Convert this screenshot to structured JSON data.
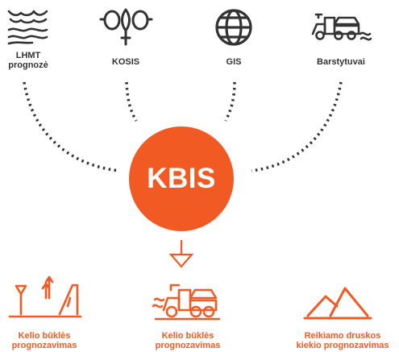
{
  "colors": {
    "accent": "#f15a22",
    "ink": "#333333",
    "background": "#ffffff"
  },
  "sources": [
    {
      "id": "lhmt",
      "label_line1": "LHMT",
      "label_line2": "prognozė",
      "icon": "waves-icon"
    },
    {
      "id": "kosis",
      "label_line1": "KOSIS",
      "label_line2": "",
      "icon": "weather-station-icon"
    },
    {
      "id": "gis",
      "label_line1": "GIS",
      "label_line2": "",
      "icon": "globe-icon"
    },
    {
      "id": "barstytuvai",
      "label_line1": "Barstytuvai",
      "label_line2": "",
      "icon": "salt-spreader-icon"
    }
  ],
  "hub": {
    "label": "KBIS"
  },
  "outputs": [
    {
      "id": "road-forecast",
      "label_line1": "Kelio būklės",
      "label_line2": "prognozavimas",
      "icon": "road-icon"
    },
    {
      "id": "spreader-forecast",
      "label_line1": "Kelio būklės",
      "label_line2": "prognozavimas",
      "icon": "salt-spreader-icon"
    },
    {
      "id": "salt-forecast",
      "label_line1": "Reikiamo druskos",
      "label_line2": "kiekio prognozavimas",
      "icon": "salt-pile-icon"
    }
  ]
}
